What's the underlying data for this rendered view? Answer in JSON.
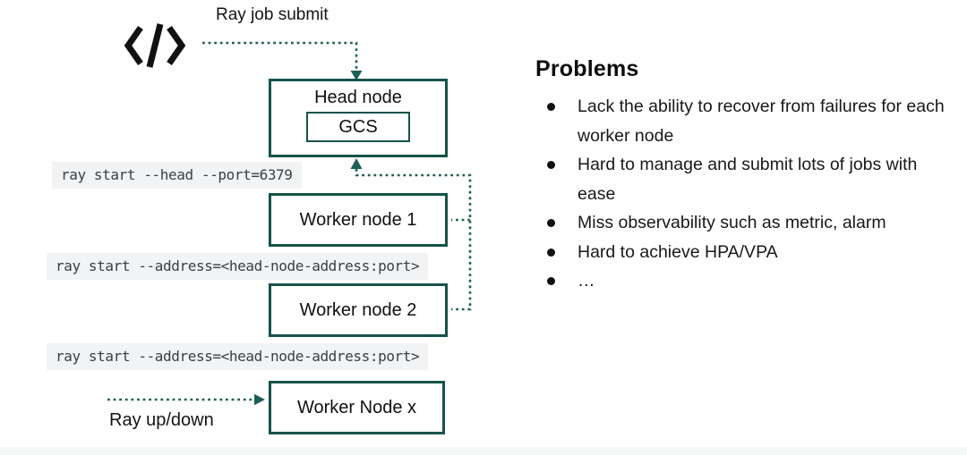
{
  "colors": {
    "teal_border": "#17524c",
    "teal_connector": "#1d5f55",
    "command_bg": "#f1f3f4",
    "command_text": "#3c4043",
    "body_text": "#111111"
  },
  "diagram": {
    "labels": {
      "job_submit": "Ray job submit",
      "ray_updown": "Ray up/down"
    },
    "nodes": {
      "head": "Head node",
      "gcs": "GCS",
      "worker1": "Worker node 1",
      "worker2": "Worker node 2",
      "workerx": "Worker Node x"
    },
    "commands": [
      "ray start --head --port=6379",
      "ray start --address=<head-node-address:port>",
      "ray start --address=<head-node-address:port>"
    ]
  },
  "problems": {
    "title": "Problems",
    "items": [
      "Lack the ability to recover from failures for each worker node",
      "Hard to manage and submit lots of jobs with ease",
      "Miss observability such as metric, alarm",
      "Hard to achieve HPA/VPA",
      "…"
    ]
  }
}
